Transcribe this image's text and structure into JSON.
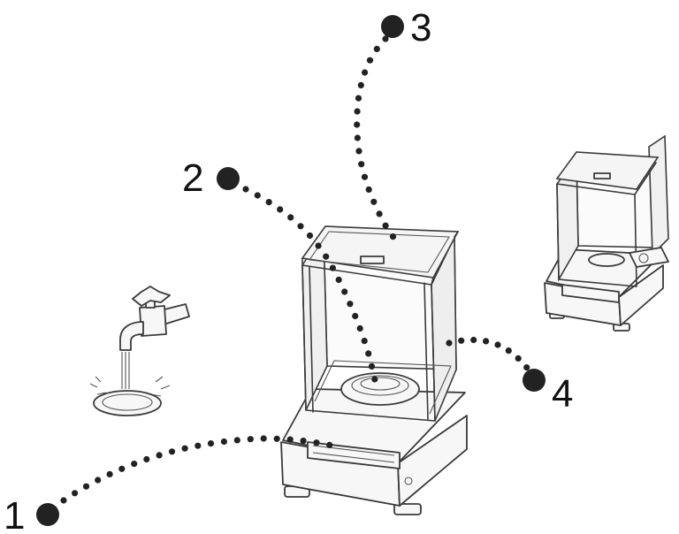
{
  "callouts": [
    {
      "id": "1",
      "label": "1"
    },
    {
      "id": "2",
      "label": "2"
    },
    {
      "id": "3",
      "label": "3"
    },
    {
      "id": "4",
      "label": "4"
    }
  ],
  "colors": {
    "ink": "#222222",
    "line": "#3a3a3a",
    "background": "#ffffff"
  },
  "icons": [
    "faucet-icon",
    "analytical-balance-icon",
    "small-balance-icon"
  ]
}
